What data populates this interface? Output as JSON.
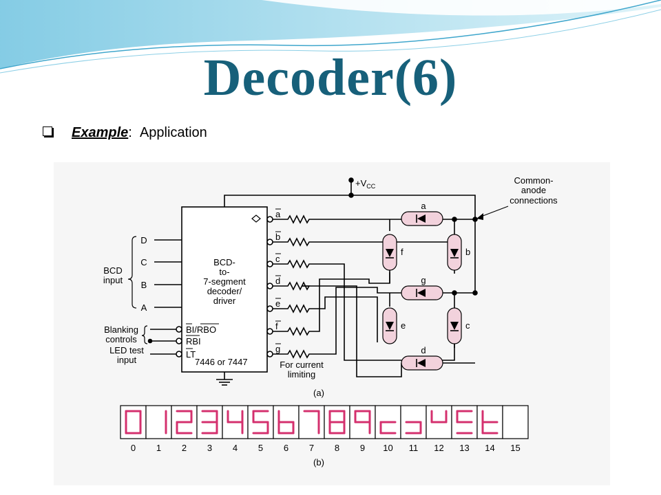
{
  "slide": {
    "title": "Decoder(6)",
    "bullet": {
      "label": "Example",
      "sep": ":",
      "text": "Application"
    }
  },
  "circuit": {
    "vcc": "+V",
    "vcc_sub": "CC",
    "annotation": [
      "Common-",
      "anode",
      "connections"
    ],
    "chip_label": [
      "BCD-",
      "to-",
      "7-segment",
      "decoder/",
      "driver"
    ],
    "chip_part": "7446 or 7447",
    "bcd_inputs": [
      "D",
      "C",
      "B",
      "A"
    ],
    "bcd_label": [
      "BCD",
      "input"
    ],
    "blanking_label": [
      "Blanking",
      "controls"
    ],
    "led_test_label": [
      "LED test",
      "input"
    ],
    "control_pins": [
      "BI/RBO",
      "RBI",
      "LT"
    ],
    "outputs": [
      "a",
      "b",
      "c",
      "d",
      "e",
      "f",
      "g"
    ],
    "limit_label": [
      "For current",
      "limiting"
    ],
    "segments": [
      "a",
      "f",
      "b",
      "g",
      "e",
      "c",
      "d"
    ],
    "caption": "(a)"
  },
  "digits": {
    "labels": [
      "0",
      "1",
      "2",
      "3",
      "4",
      "5",
      "6",
      "7",
      "8",
      "9",
      "10",
      "11",
      "12",
      "13",
      "14",
      "15"
    ],
    "segments_on": [
      "abcdef",
      "bc",
      "abged",
      "abgcd",
      "fgbc",
      "afgcd",
      "fedcg",
      "abc",
      "abcdefg",
      "fabgc",
      "dge",
      "cdg",
      "bfg",
      "afgd",
      "fgde",
      ""
    ],
    "caption": "(b)",
    "color": "#d4306e"
  },
  "colors": {
    "title": "#17607a",
    "led_fill": "#f2d2dc"
  }
}
